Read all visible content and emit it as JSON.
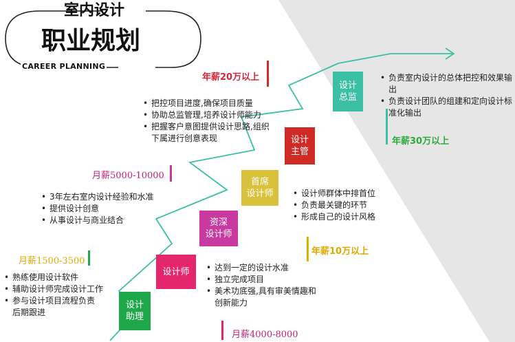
{
  "header": {
    "title_top": "室内设计",
    "title_main": "职业规划",
    "subtitle": "CAREER PLANNING"
  },
  "colors": {
    "assistant": "#1ea84a",
    "designer": "#e5266f",
    "senior": "#c93aa0",
    "chief": "#d8c23b",
    "manager": "#cf2a26",
    "director": "#3bbfa5",
    "salary_red": "#d7263d",
    "salary_magenta": "#c41e7a",
    "salary_yellow": "#e0a800",
    "salary_green": "#2eaa3f"
  },
  "positions": {
    "assistant": "设计\n助理",
    "designer": "设计师",
    "senior": "资深\n设计师",
    "chief": "首席\n设计师",
    "manager": "设计\n主管",
    "director": "设计\n总监"
  },
  "salaries": {
    "assistant": "月薪1500-3500",
    "designer": "月薪4000-8000",
    "senior": "月薪5000-10000",
    "chief": "年薪10万以上",
    "manager": "年薪20万以上",
    "director": "年薪30万以上"
  },
  "duties": {
    "assistant": [
      "熟练使用设计软件",
      "辅助设计师完成设计工作",
      "参与设计项目流程负责后期跟进"
    ],
    "designer": [
      "达到一定的设计水准",
      "独立完成项目",
      "美术功底强,具有审美情趣和创新能力"
    ],
    "senior": [
      "3年左右室内设计经验和水准",
      "提供设计创意",
      "从事设计与商业结合"
    ],
    "chief": [
      "设计师群体中排首位",
      "负责最关键的环节",
      "形成自己的设计风格"
    ],
    "manager": [
      "把控项目进度,确保项目质量",
      "协助总监管理,培养设计师能力",
      "把握客户意图提供设计思路,组织下属进行创意表现"
    ],
    "director": [
      "负责室内设计的总体把控和效果输出",
      "负责设计团队的组建和定向设计标准化输出"
    ]
  }
}
